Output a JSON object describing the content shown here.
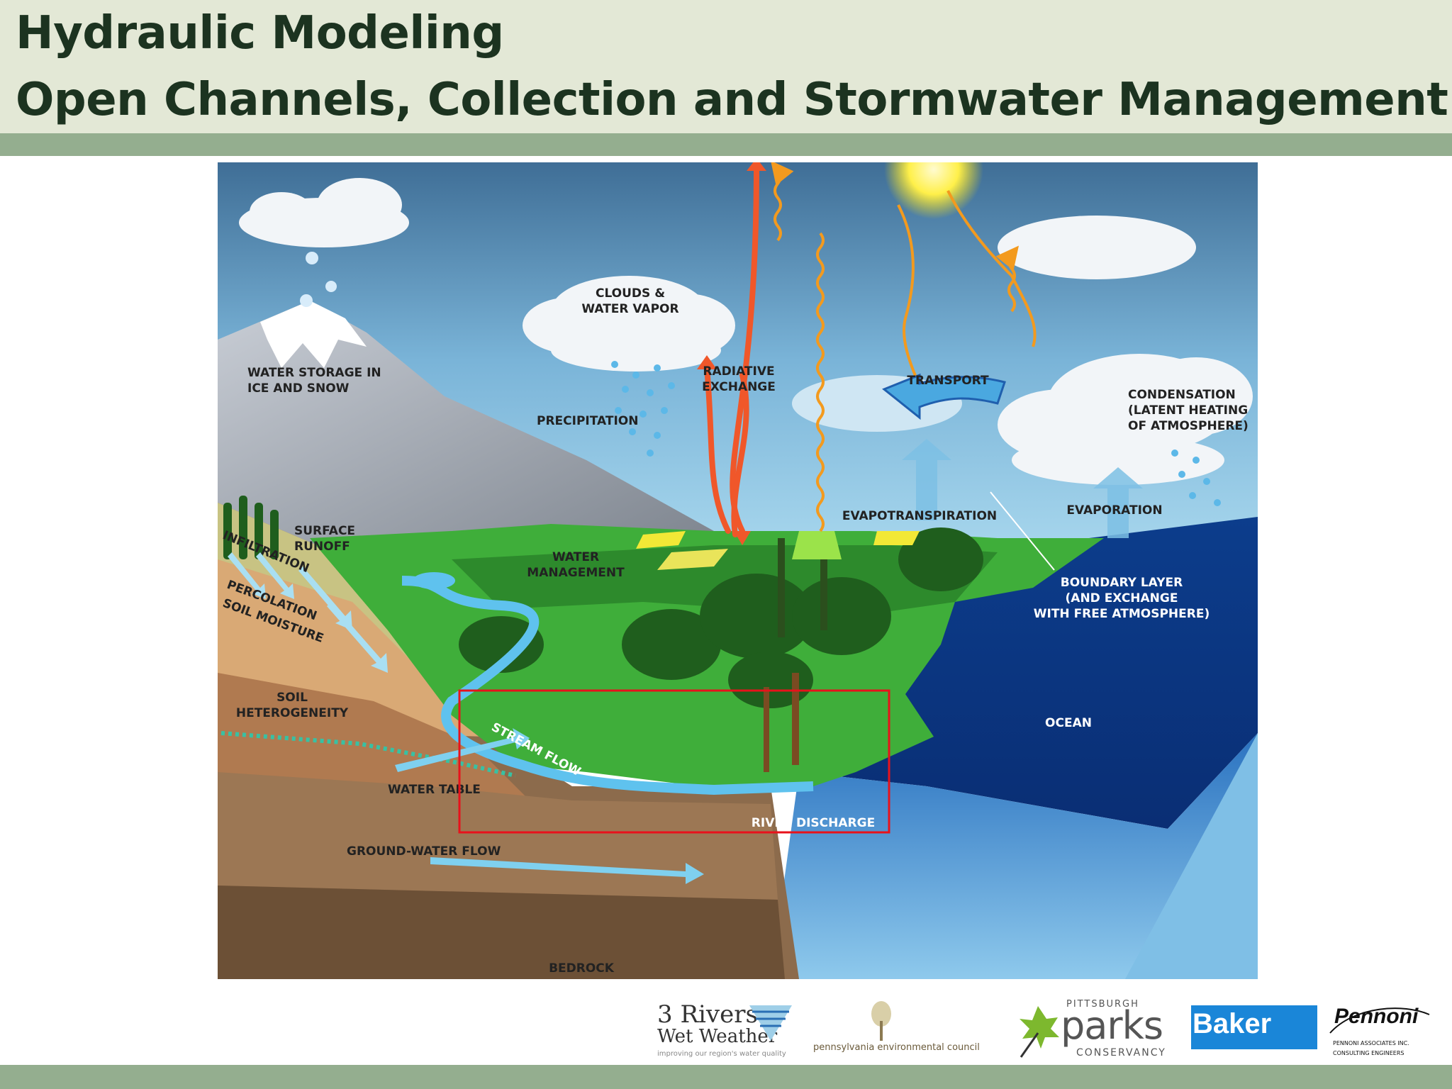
{
  "slide": {
    "title_line1": "Hydraulic Modeling",
    "title_line2": "Open Channels, Collection and Stormwater Management"
  },
  "diagram": {
    "labels": {
      "clouds_line1": "CLOUDS &",
      "clouds_line2": "WATER VAPOR",
      "ice_line1": "WATER STORAGE IN",
      "ice_line2": "ICE AND SNOW",
      "precipitation": "PRECIPITATION",
      "radiative_line1": "RADIATIVE",
      "radiative_line2": "EXCHANGE",
      "transport": "TRANSPORT",
      "condensation_line1": "CONDENSATION",
      "condensation_line2": "(LATENT HEATING",
      "condensation_line3": "OF ATMOSPHERE)",
      "surface_runoff_line1": "SURFACE",
      "surface_runoff_line2": "RUNOFF",
      "infiltration": "INFILTRATION",
      "percolation": "PERCOLATION",
      "soil_moisture": "SOIL MOISTURE",
      "water_mgmt_line1": "WATER",
      "water_mgmt_line2": "MANAGEMENT",
      "evapotranspiration": "EVAPOTRANSPIRATION",
      "evaporation": "EVAPORATION",
      "boundary_line1": "BOUNDARY LAYER",
      "boundary_line2": "(AND EXCHANGE",
      "boundary_line3": "WITH FREE ATMOSPHERE)",
      "soil_het_line1": "SOIL",
      "soil_het_line2": "HETEROGENEITY",
      "stream_flow": "STREAM FLOW",
      "water_table": "WATER TABLE",
      "river_discharge": "RIVER DISCHARGE",
      "ocean": "OCEAN",
      "ground_water_flow": "GROUND-WATER FLOW",
      "bedrock": "BEDROCK"
    },
    "highlight_color": "#e8121b"
  },
  "logos": {
    "rivers_line1": "3 Rivers",
    "rivers_line2": "Wet Weather",
    "rivers_tagline": "improving our region's water quality",
    "pec": "pennsylvania environmental council",
    "parks_top": "PITTSBURGH",
    "parks_main": "parks",
    "parks_bottom": "CONSERVANCY",
    "baker": "Baker",
    "pennoni": "Pennoni",
    "pennoni_sub1": "PENNONI ASSOCIATES INC.",
    "pennoni_sub2": "CONSULTING ENGINEERS"
  }
}
